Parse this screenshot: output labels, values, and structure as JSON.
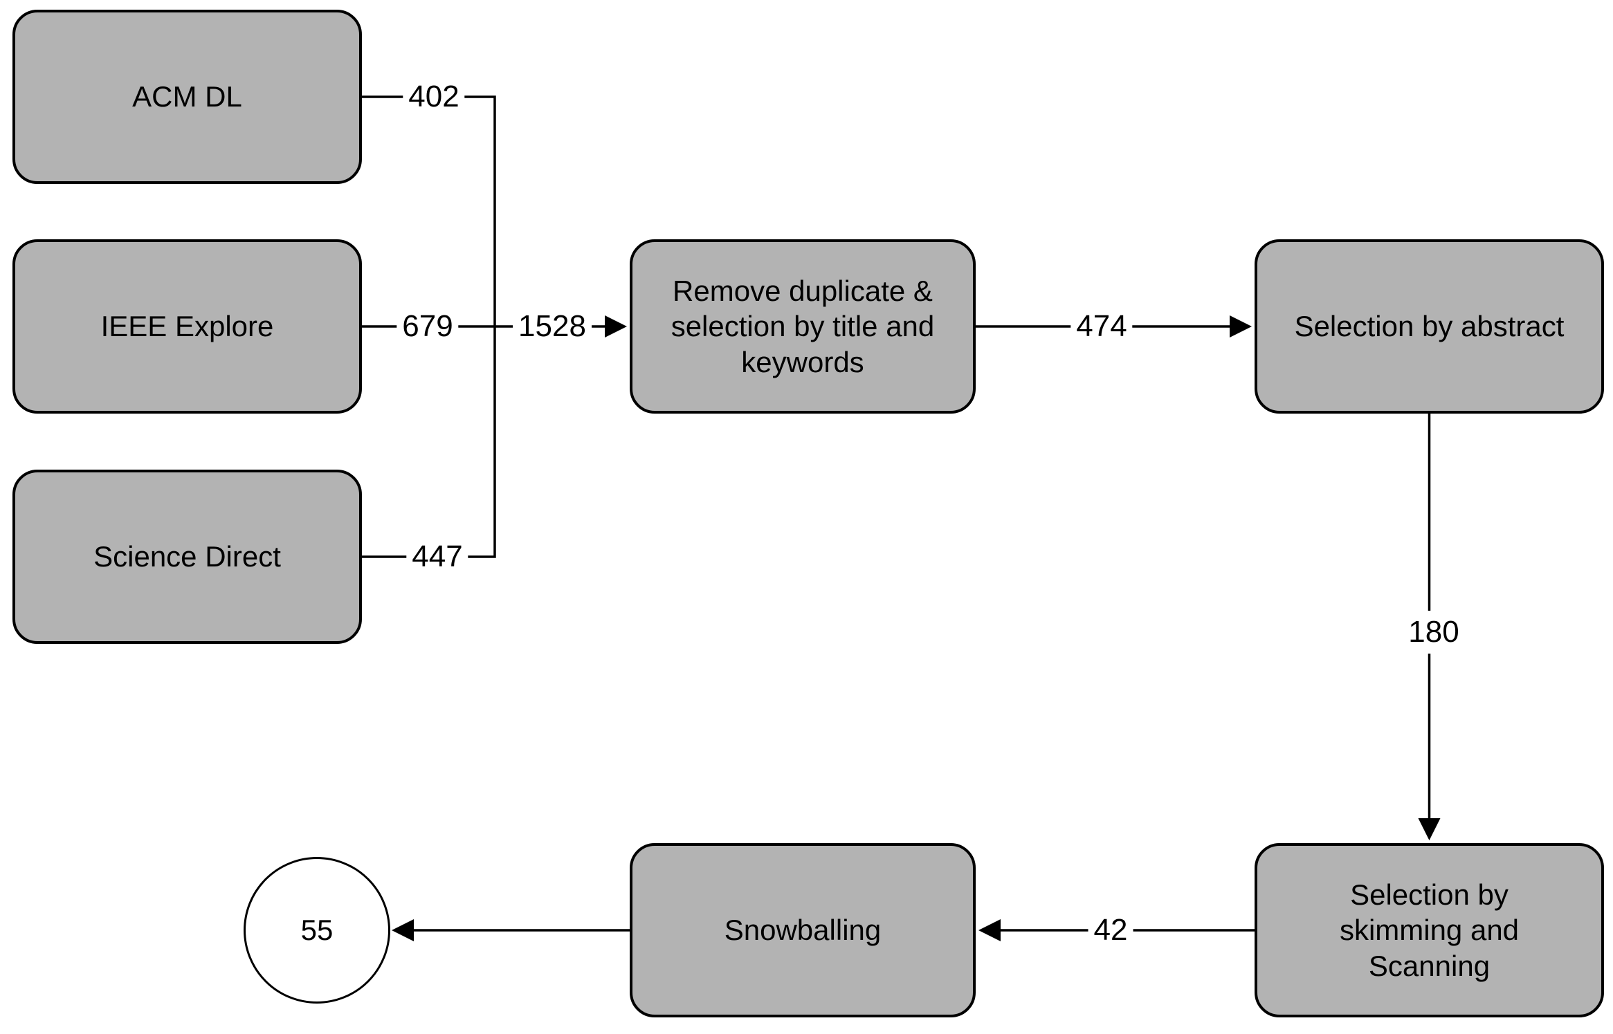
{
  "figure": {
    "background_color": "#ffffff",
    "node_fill_color": "#b3b3b3",
    "node_border_color": "#000000",
    "line_color": "#000000",
    "nodes": {
      "acm": {
        "label": "ACM DL"
      },
      "ieee": {
        "label": "IEEE Explore"
      },
      "science_direct": {
        "label": "Science Direct"
      },
      "dedupe": {
        "label": "Remove duplicate &\nselection by title and\nkeywords"
      },
      "abstract": {
        "label": "Selection by abstract"
      },
      "skimming": {
        "label": "Selection by\nskimming and\nScanning"
      },
      "snowballing": {
        "label": "Snowballing"
      },
      "final_count": {
        "label": "55"
      }
    },
    "edge_labels": {
      "acm_out": "402",
      "ieee_out": "679",
      "science_direct_out": "447",
      "merged": "1528",
      "dedupe_to_abstract": "474",
      "abstract_to_skimming": "180",
      "skimming_to_snowballing": "42"
    }
  }
}
